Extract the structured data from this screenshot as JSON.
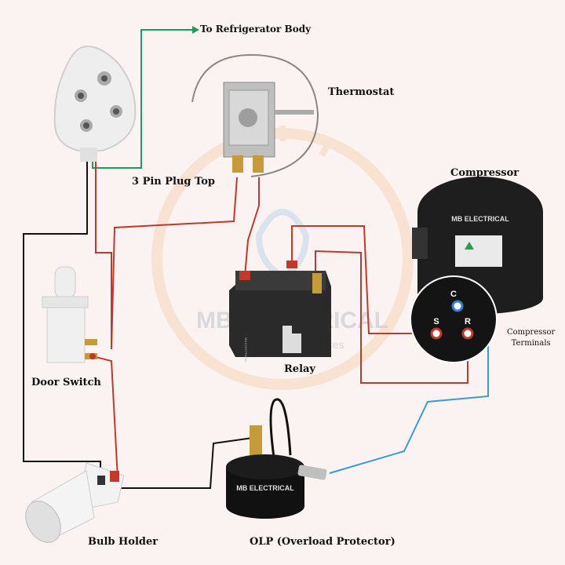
{
  "labels": {
    "refrigerator_body": "To Refrigerator Body",
    "plug": "3 Pin Plug Top",
    "thermostat": "Thermostat",
    "compressor": "Compressor",
    "compressor_terminals_line1": "Compressor",
    "compressor_terminals_line2": "Terminals",
    "door_switch": "Door Switch",
    "relay": "Relay",
    "bulb_holder": "Bulb Holder",
    "olp": "OLP (Overload Protector)"
  },
  "terminals": {
    "c": "C",
    "s": "S",
    "r": "R"
  },
  "brand": {
    "compressor_text": "MB ELECTRICAL",
    "relay_text": "MB ELECTRICAL",
    "olp_text": "MB ELECTRICAL",
    "watermark": "MB ELECTRICAL",
    "watermark_sub": "Services"
  },
  "colors": {
    "earth_wire": "#1a9e5e",
    "phase_wire": "#c0392b",
    "neutral_wire": "#111111",
    "return_wire": "#3a9bd5",
    "terminal_c": "#3a7bd5",
    "terminal_sr": "#c0392b"
  }
}
